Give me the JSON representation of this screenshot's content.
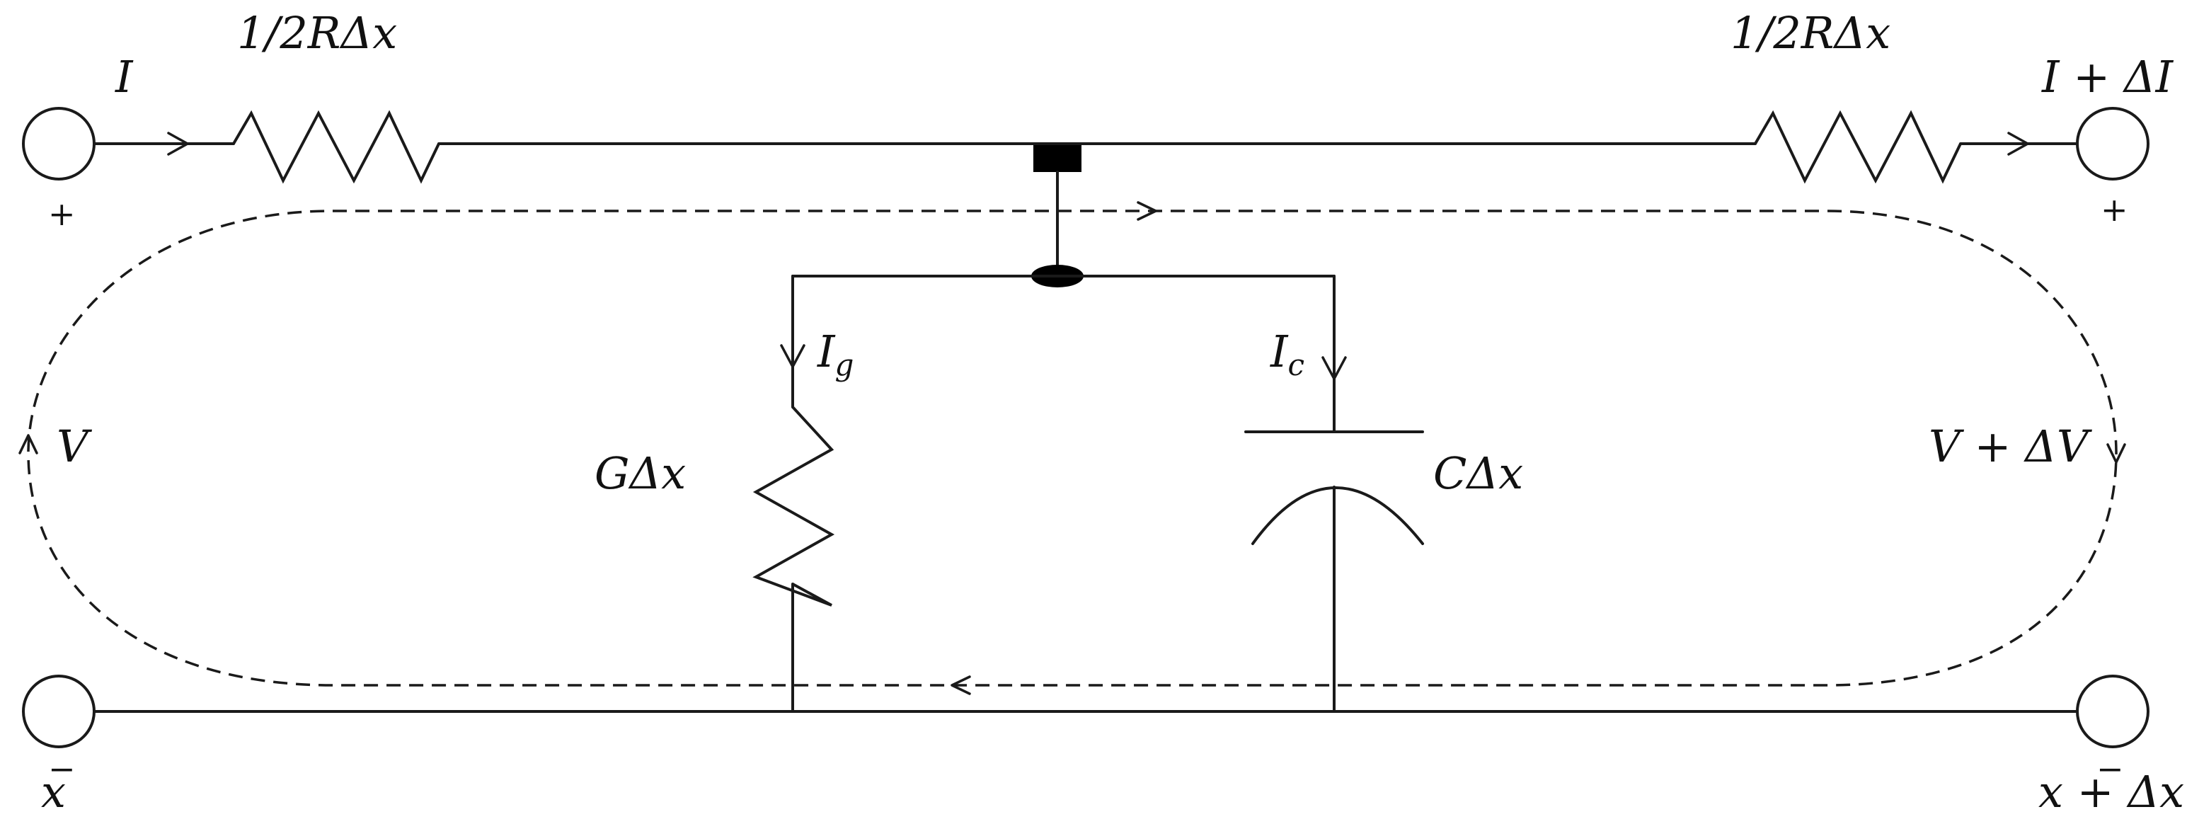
{
  "labels": {
    "resistor_left": "1/2RΔx",
    "resistor_right": "1/2RΔx",
    "current_in": "I",
    "current_out": "I + ΔI",
    "conductance": "GΔx",
    "capacitance": "CΔx",
    "current_g_main": "I",
    "current_g_sub": "g",
    "current_c_main": "I",
    "current_c_sub": "c",
    "voltage_left": "V",
    "voltage_right": "V + ΔV",
    "position_left": "x",
    "position_right": "x + Δx",
    "plus_left": "+",
    "plus_right": "+",
    "minus_left": "−",
    "minus_right": "−"
  },
  "colors": {
    "line": "#1a1a1a",
    "background": "#ffffff"
  }
}
